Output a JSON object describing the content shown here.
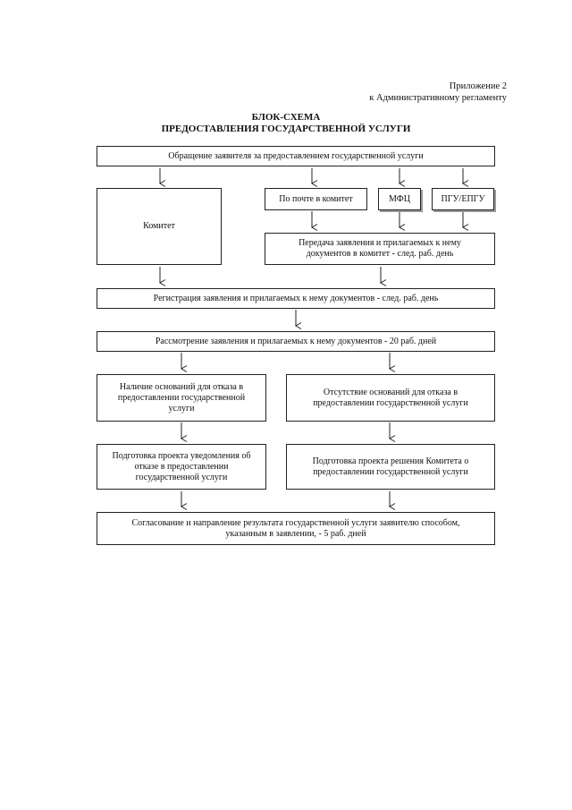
{
  "appendix": {
    "line1": "Приложение 2",
    "line2": "к Административному регламенту"
  },
  "title": {
    "line1": "БЛОК-СХЕМА",
    "line2": "ПРЕДОСТАВЛЕНИЯ ГОСУДАРСТВЕННОЙ УСЛУГИ"
  },
  "boxes": {
    "appeal": "Обращение заявителя за предоставлением государственной услуги",
    "committee": "Комитет",
    "by_mail": "По почте в комитет",
    "mfc": "МФЦ",
    "pgu": "ПГУ/ЕПГУ",
    "transfer": "Передача заявления и прилагаемых к нему документов в комитет - след. раб. день",
    "registration": "Регистрация заявления и прилагаемых к нему документов - след. раб. день",
    "review": "Рассмотрение заявления и прилагаемых к нему документов - 20 раб. дней",
    "grounds_yes": "Наличие оснований для отказа в предоставлении государственной услуги",
    "grounds_no": "Отсутствие оснований для отказа в предоставлении государственной услуги",
    "prep_refusal": "Подготовка проекта уведомления об отказе в предоставлении государственной услуги",
    "prep_decision": "Подготовка проекта решения Комитета о предоставлении государственной услуги",
    "result": "Согласование и направление результата государственной услуги заявителю способом, указанным в заявлении, - 5 раб. дней"
  }
}
